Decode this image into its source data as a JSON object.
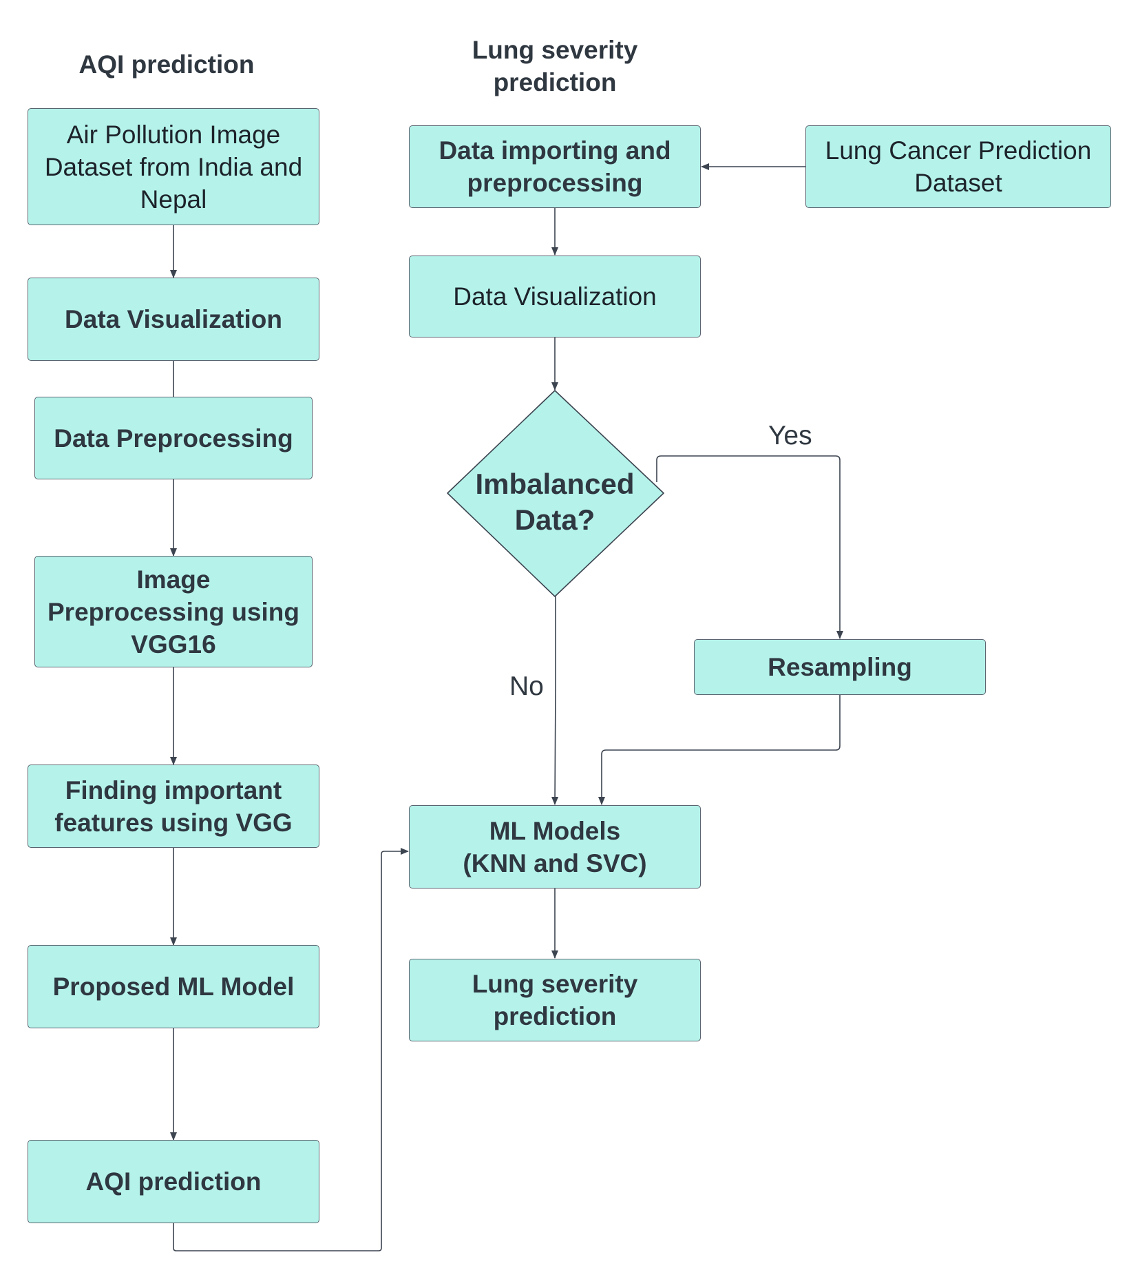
{
  "columns": {
    "aqi_heading": "AQI prediction",
    "lung_heading": "Lung severity\nprediction"
  },
  "aqi_flow": {
    "dataset": "Air Pollution Image\nDataset from India and\nNepal",
    "visualization": "Data Visualization",
    "preprocessing": "Data Preprocessing",
    "image_preprocessing": "Image\nPreprocessing using\nVGG16",
    "feature_finding": "Finding important\nfeatures using VGG",
    "model": "Proposed ML Model",
    "output": "AQI prediction"
  },
  "lung_flow": {
    "importing": "Data importing and\npreprocessing",
    "dataset": "Lung Cancer Prediction\nDataset",
    "visualization": "Data Visualization",
    "decision": "Imbalanced\nData?",
    "yes_label": "Yes",
    "no_label": "No",
    "resampling": "Resampling",
    "models": "ML Models\n(KNN and SVC)",
    "output": "Lung severity\nprediction"
  },
  "colors": {
    "node_fill": "#b5f3ea",
    "node_stroke": "#5a6470",
    "text": "#2f3740",
    "connector": "#3c4450"
  }
}
